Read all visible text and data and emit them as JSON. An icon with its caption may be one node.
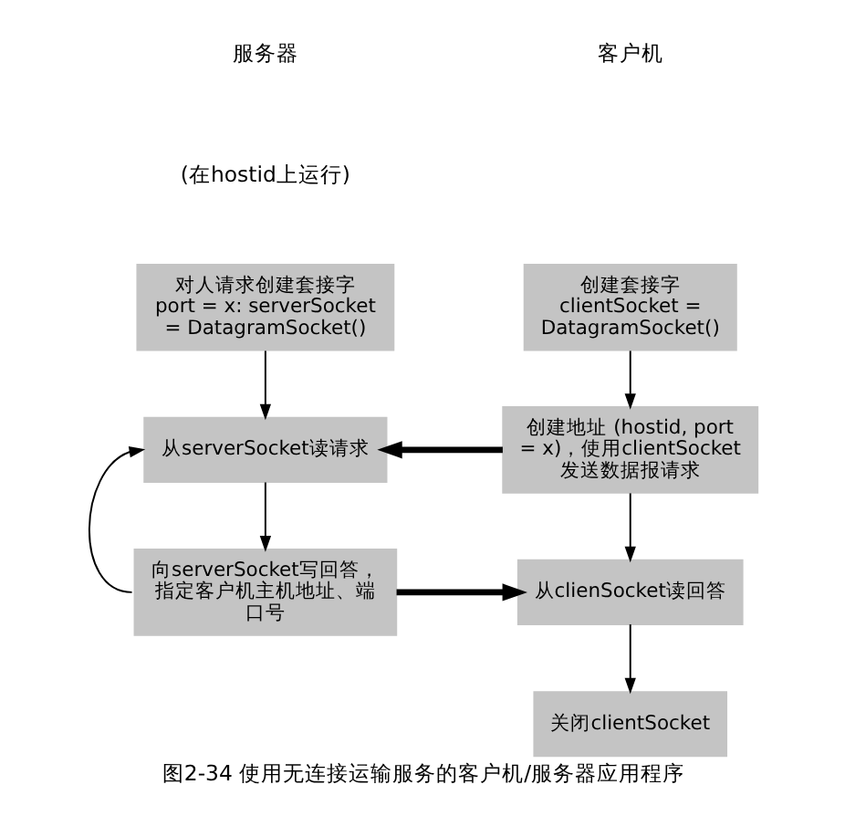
{
  "diagram": {
    "caption": "图2-34 使用无连接运输服务的客户机/服务器应用程序",
    "nodes": [
      {
        "text": [
          "对人请求创建套接字 port = x: serverSocket = DatagramSocket()"
        ]
      },
      {
        "text": [
          "从serverSocket读请求"
        ]
      },
      {
        "text": [
          "向serverSocket写回答，指定客户机主机地址、端口号"
        ]
      },
      {
        "text": [
          "创建套接字 clientSocket = DatagramSocket()"
        ]
      },
      {
        "text": [
          "创建地址 (hostid, port = x)，使用clientSocket发送数据报请求"
        ]
      },
      {
        "text": [
          "从clienSocket读回答"
        ]
      },
      {
        "text": [
          "关闭clientSocket"
        ]
      }
    ],
    "edges": [
      {
        "from": 0,
        "to": 1,
        "arrow": "to"
      },
      {
        "from": 2,
        "to": 1,
        "arrow": "to"
      },
      {
        "from": 4,
        "to": 1,
        "arrow": "to",
        "style": "thick"
      },
      {
        "from": 1,
        "to": 2,
        "arrow": "to"
      },
      {
        "from": 3,
        "to": 4,
        "arrow": "to"
      },
      {
        "from": 4,
        "to": 5,
        "arrow": "to"
      },
      {
        "from": 2,
        "to": 5,
        "arrow": "to",
        "style": "thick"
      },
      {
        "from": 5,
        "to": 6,
        "arrow": "to"
      }
    ],
    "labels": [
      "服务器",
      "(在hostid上运行)",
      "客户机"
    ]
  }
}
